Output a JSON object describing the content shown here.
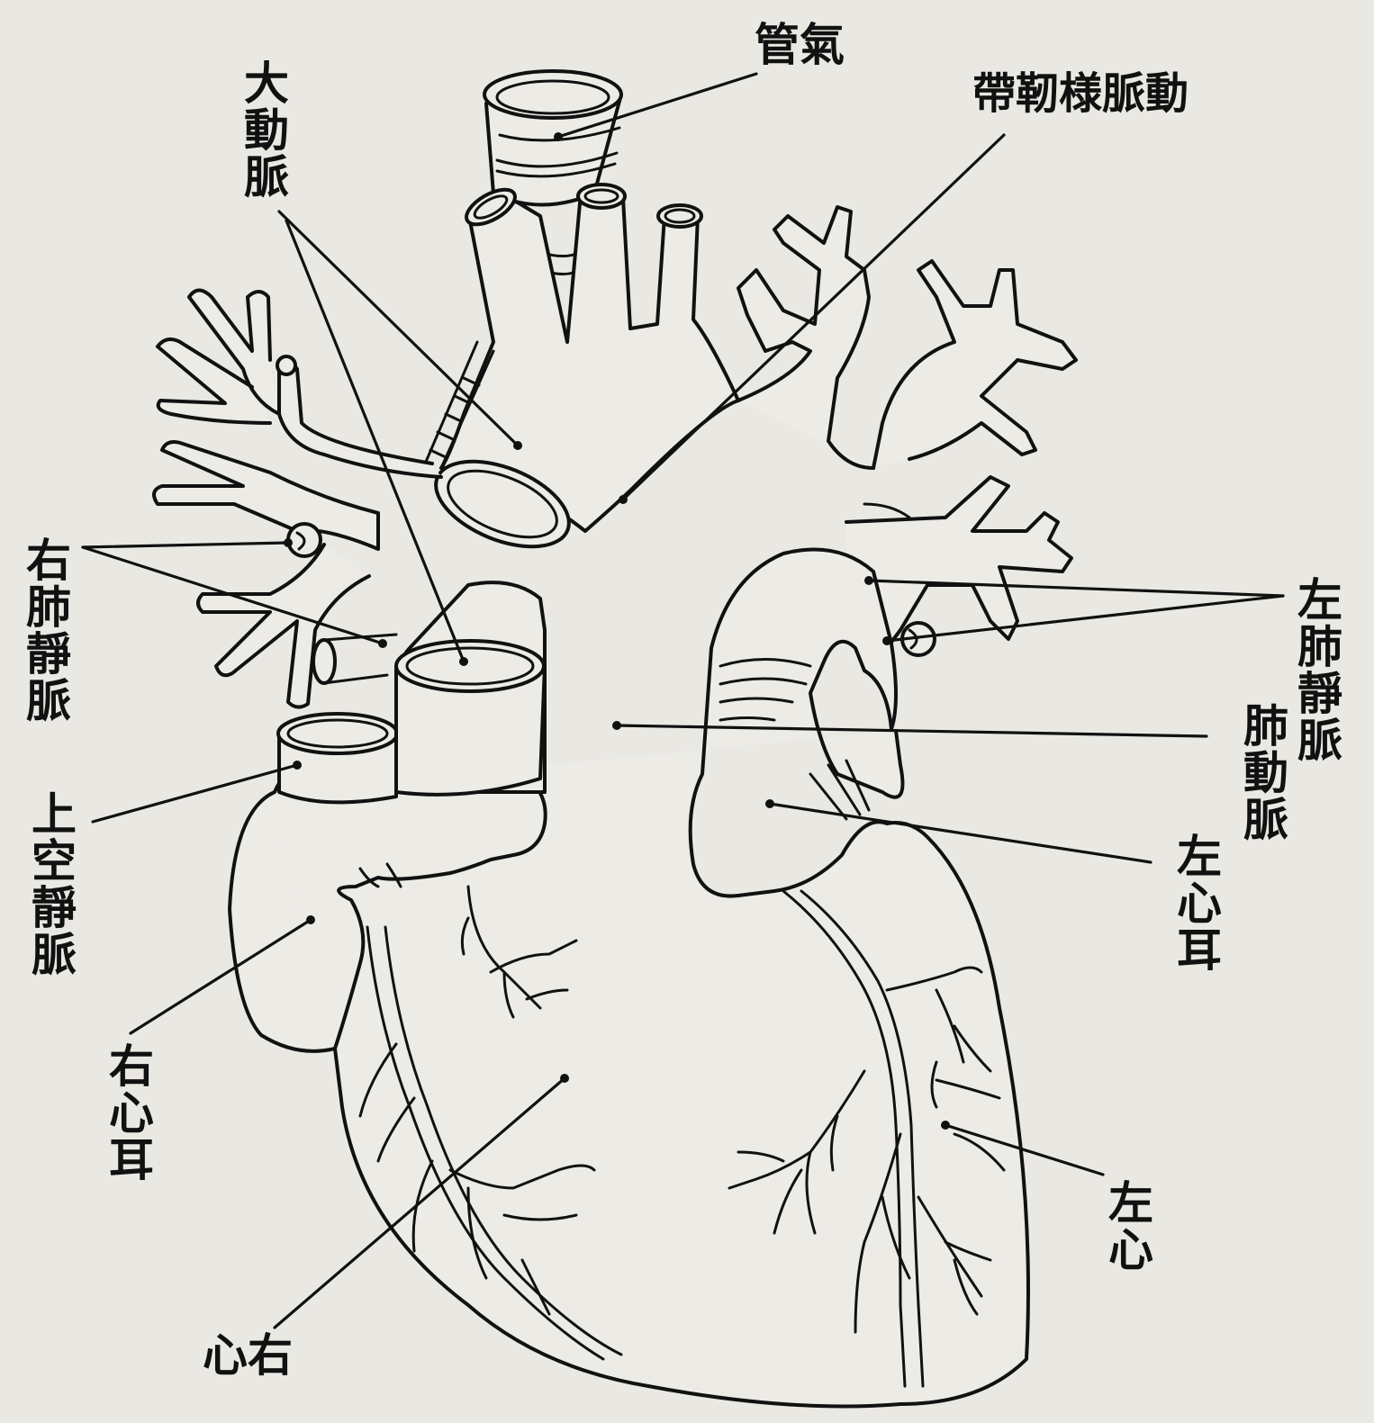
{
  "labels": {
    "trachea": "管氣",
    "aorta": "大動脈",
    "ligamentum": "帶靭様脈動",
    "right_pulmonary_veins": "右肺靜脈",
    "left_pulmonary_veins": "左肺靜脈",
    "pulmonary_artery": "肺動脈",
    "superior_vena_cava": "上空靜脈",
    "left_auricle": "左心耳",
    "right_auricle": "右心耳",
    "left_heart": "左心",
    "right_heart": "心右"
  },
  "colors": {
    "ink": "#111111",
    "paper": "#e9e8e3"
  }
}
